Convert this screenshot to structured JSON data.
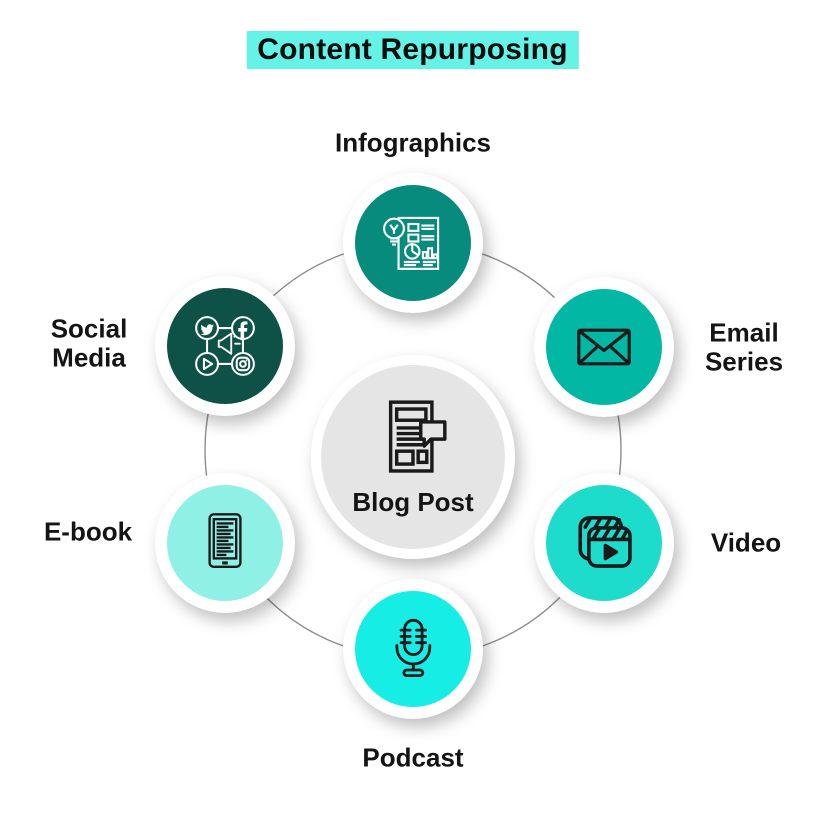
{
  "title": {
    "text": "Content Repurposing",
    "highlight_color": "#64F3E6",
    "text_color": "#0D0D0D"
  },
  "center_node": {
    "label": "Blog Post",
    "icon": "blog-post-icon",
    "circle_color": "#E5E5E5",
    "icon_color": "#1A1A1A"
  },
  "nodes": [
    {
      "id": "infographics",
      "label": "Infographics",
      "icon": "infographics-icon",
      "circle_color": "#078B7C",
      "icon_color": "#FFFFFF",
      "position": "top"
    },
    {
      "id": "email-series",
      "label": "Email\nSeries",
      "icon": "email-icon",
      "circle_color": "#02B7A4",
      "icon_color": "#1A1A1A",
      "position": "upper-right"
    },
    {
      "id": "video",
      "label": "Video",
      "icon": "video-icon",
      "circle_color": "#1EDCCB",
      "icon_color": "#1A1A1A",
      "position": "lower-right"
    },
    {
      "id": "podcast",
      "label": "Podcast",
      "icon": "podcast-icon",
      "circle_color": "#15EDE5",
      "icon_color": "#1A1A1A",
      "position": "bottom"
    },
    {
      "id": "e-book",
      "label": "E-book",
      "icon": "ebook-icon",
      "circle_color": "#8FF0E5",
      "icon_color": "#1A1A1A",
      "position": "lower-left"
    },
    {
      "id": "social-media",
      "label": "Social\nMedia",
      "icon": "social-media-icon",
      "circle_color": "#0E5247",
      "icon_color": "#FFFFFF",
      "position": "upper-left"
    }
  ],
  "connector_color": "#8D8D8D"
}
